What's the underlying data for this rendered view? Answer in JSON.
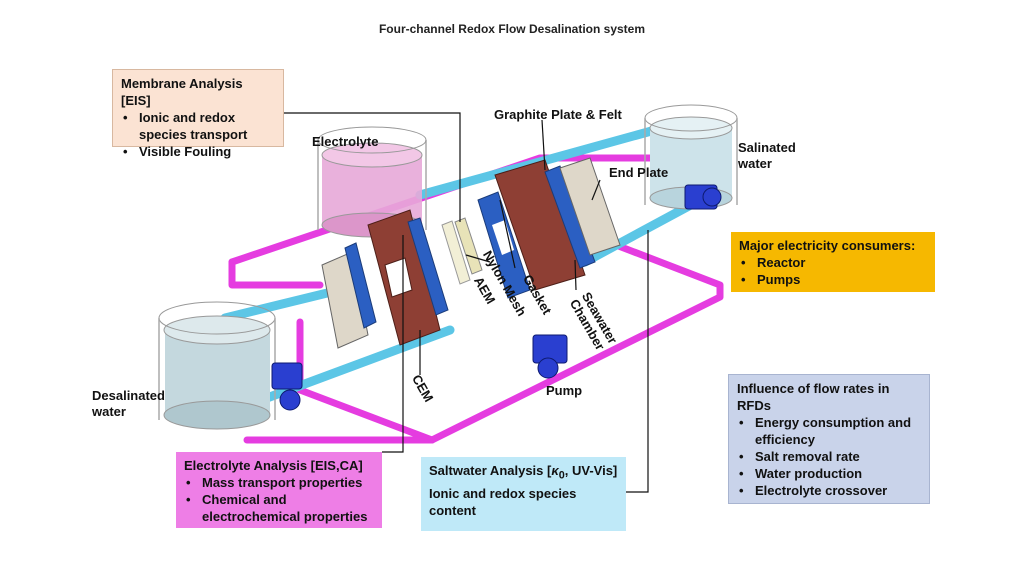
{
  "title": "Four-channel Redox Flow Desalination system",
  "membrane_analysis": {
    "heading": "Membrane Analysis [EIS]",
    "items": [
      "Ionic and redox species transport",
      "Visible Fouling"
    ]
  },
  "major_consumers": {
    "heading": "Major electricity consumers:",
    "items": [
      "Reactor",
      "Pumps"
    ]
  },
  "flow_rates": {
    "heading": "Influence of flow rates in RFDs",
    "items": [
      "Energy consumption and efficiency",
      "Salt removal rate",
      "Water production",
      "Electrolyte crossover"
    ]
  },
  "electrolyte_analysis": {
    "heading": "Electrolyte Analysis [EIS,CA]",
    "items": [
      "Mass transport properties",
      "Chemical and electrochemical properties"
    ]
  },
  "saltwater_analysis": {
    "heading_pre": "Saltwater Analysis [",
    "kappa": "κ",
    "kappa_sub": "0",
    "heading_post": ", UV-Vis]",
    "body": "Ionic and redox species content"
  },
  "labels": {
    "electrolyte": "Electrolyte",
    "graphite_plate_felt": "Graphite Plate & Felt",
    "salinated_water": "Salinated water",
    "end_plate": "End Plate",
    "nylon_mesh": "Nylon Mesh",
    "aem": "AEM",
    "gasket": "Gasket",
    "seawater_chamber": "Seawater Chamber",
    "cem": "CEM",
    "pump": "Pump",
    "desalinated_water": "Desalinated water"
  },
  "colors": {
    "pipe_magenta": "#e53ce0",
    "pipe_cyan": "#5cc6e6",
    "plate_brown": "#8e3f34",
    "membrane_blue": "#2b5fc2",
    "pump_blue": "#2a3fd0"
  }
}
